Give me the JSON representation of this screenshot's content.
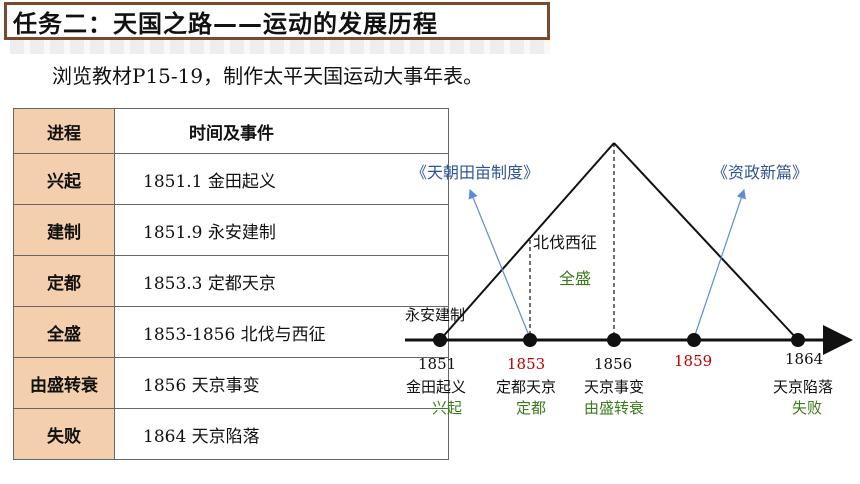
{
  "title": "任务二：天国之路——运动的发展历程",
  "instruction": "浏览教材P15-19，制作太平天国运动大事年表。",
  "table": {
    "header": {
      "stage": "进程",
      "event": "时间及事件"
    },
    "rows": [
      {
        "stage": "兴起",
        "event": "1851.1 金田起义"
      },
      {
        "stage": "建制",
        "event": "1851.9 永安建制"
      },
      {
        "stage": "定都",
        "event": "1853.3 定都天京"
      },
      {
        "stage": "全盛",
        "event": "1853-1856 北伐与西征"
      },
      {
        "stage": "由盛转衰",
        "event": "1856 天京事变"
      },
      {
        "stage": "失败",
        "event": "1864 天京陷落"
      }
    ]
  },
  "diagram": {
    "document_left": "《天朝田亩制度》",
    "document_right": "《资政新篇》",
    "apex_label": "北伐西征",
    "apex_stage": "全盛",
    "left_label": "永安建制",
    "points": [
      {
        "year": "1851",
        "event": "金田起义",
        "stage": "兴起",
        "year_color": "#111111"
      },
      {
        "year": "1853",
        "event": "定都天京",
        "stage": "定都",
        "year_color": "#c00000"
      },
      {
        "year": "1856",
        "event": "天京事变",
        "stage": "由盛转衰",
        "year_color": "#111111"
      },
      {
        "year": "1859",
        "event": "",
        "stage": "",
        "year_color": "#c00000"
      },
      {
        "year": "1864",
        "event": "天京陷落",
        "stage": "失败",
        "year_color": "#111111"
      }
    ]
  },
  "colors": {
    "stage_green": "#3a7a1a",
    "document_blue": "#2f5597",
    "arrow_blue": "#5b8fd0",
    "stage_cell": "#f4cfae",
    "title_border": "#7b4a2e"
  }
}
